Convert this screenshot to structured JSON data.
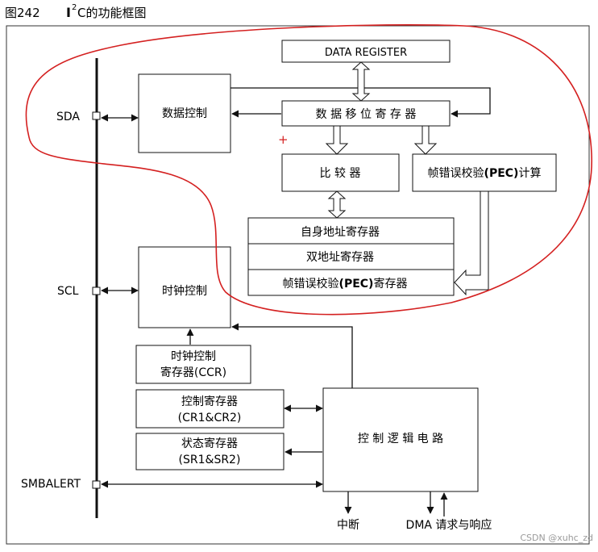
{
  "figure": {
    "caption_prefix": "图242",
    "caption_i": "I",
    "caption_sup": "2",
    "caption_rest": "C的功能框图"
  },
  "pins": {
    "sda": "SDA",
    "scl": "SCL",
    "smbalert": "SMBALERT"
  },
  "blocks": {
    "data_register": "DATA REGISTER",
    "data_control": "数据控制",
    "shift_register": "数 据 移 位 寄 存 器",
    "comparator": "比 较 器",
    "pec_calc_a": "帧错误校验",
    "pec_calc_b": "(PEC)",
    "pec_calc_c": "计算",
    "own_address": "自身地址寄存器",
    "dual_address": "双地址寄存器",
    "pec_reg_a": "帧错误校验",
    "pec_reg_b": "(PEC)",
    "pec_reg_c": "寄存器",
    "clock_control": "时钟控制",
    "ccr_line1": "时钟控制",
    "ccr_line2": "寄存器(CCR)",
    "cr_line1": "控制寄存器",
    "cr_line2": "(CR1&CR2)",
    "sr_line1": "状态寄存器",
    "sr_line2": "(SR1&SR2)",
    "logic": "控 制 逻 辑 电 路"
  },
  "outputs": {
    "interrupt": "中断",
    "dma": "DMA 请求与响应"
  },
  "annotation": {
    "plus_mark": "+",
    "watermark": "CSDN @xuhc_zd"
  },
  "colors": {
    "line": "#111111",
    "annotation": "#d42020",
    "watermark": "#9a9a9a"
  }
}
